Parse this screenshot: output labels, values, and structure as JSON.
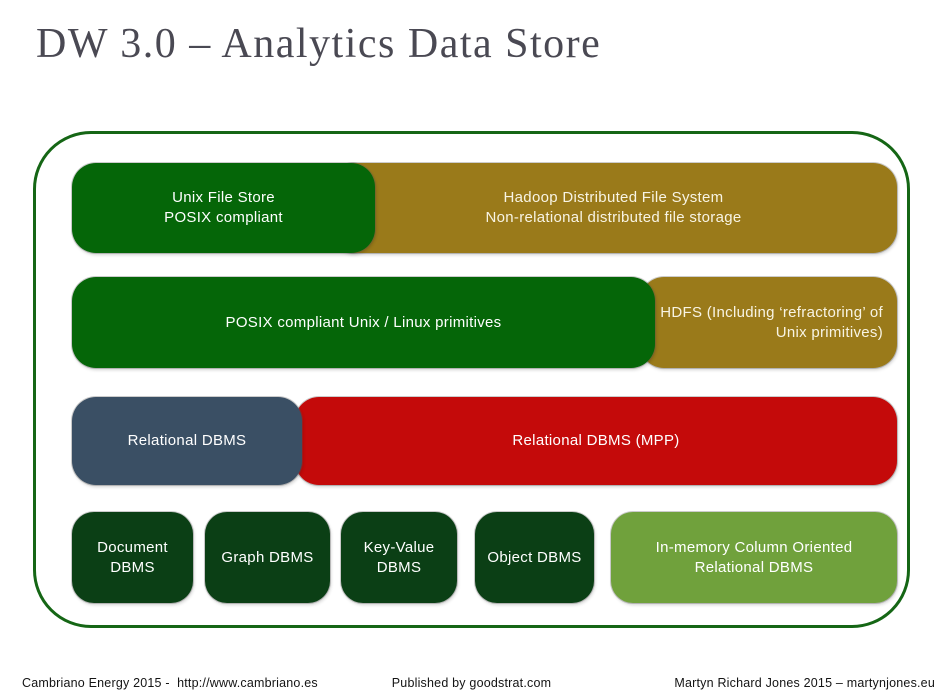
{
  "title": "DW 3.0 – Analytics Data Store",
  "colors": {
    "frame_border_green": "#156615",
    "box_green": "#056608",
    "box_gold": "#9a7a1a",
    "box_slate": "#3a4f64",
    "box_red": "#c40a0a",
    "box_dark_green": "#0b3f15",
    "box_light_green": "#70a13c",
    "title_text": "#4a4953",
    "box_text": "#ffffff",
    "gold_box_text": "#f8f4e4",
    "footer_text": "#141414"
  },
  "diagram": {
    "row1": {
      "unix_file_store": "Unix File Store\nPOSIX compliant",
      "hadoop": "Hadoop Distributed File System\nNon-relational distributed file storage"
    },
    "row2": {
      "posix_primitives": "POSIX compliant Unix / Linux primitives",
      "hdfs_refactoring": "HDFS (Including ‘refractoring’ of\nUnix primitives)"
    },
    "row3": {
      "relational_dbms": "Relational DBMS",
      "relational_dbms_mpp": "Relational DBMS (MPP)"
    },
    "row4": {
      "document_dbms": "Document\nDBMS",
      "graph_dbms": "Graph DBMS",
      "key_value_dbms": "Key-Value\nDBMS",
      "object_dbms": "Object DBMS",
      "in_memory_dbms": "In-memory Column Oriented\nRelational DBMS"
    }
  },
  "footer": {
    "left": "Cambriano Energy 2015 -  http://www.cambriano.es",
    "center": "Published by goodstrat.com",
    "right": "Martyn Richard Jones 2015 – martynjones.eu"
  }
}
